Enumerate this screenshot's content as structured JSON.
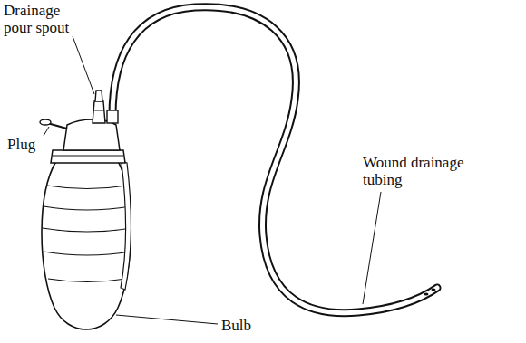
{
  "diagram": {
    "labels": [
      "Drainage pour spout",
      "Plug",
      "Wound drainage tubing",
      "Bulb"
    ]
  }
}
